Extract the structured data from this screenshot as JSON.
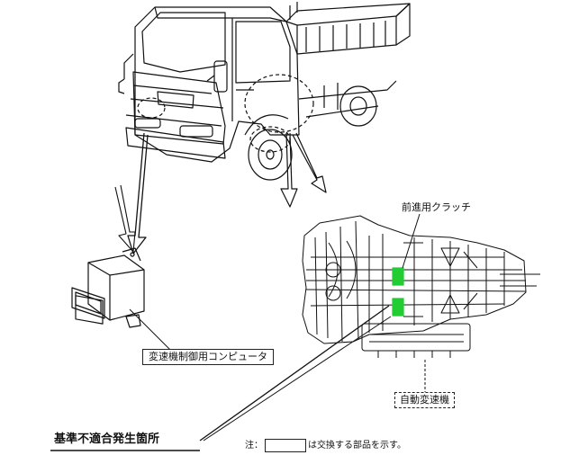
{
  "labels": {
    "forward_clutch": "前進用クラッチ",
    "ecu": "変速機制御用コンピュータ",
    "auto_transmission": "自動変速機",
    "defect_location": "基準不適合発生箇所",
    "note_prefix": "注：",
    "note_suffix": "は交換する部品を示す。"
  },
  "colors": {
    "highlight": "#22cc33",
    "line": "#111111"
  },
  "icons": {
    "truck": "truck-drawing",
    "ecu": "ecu-module-drawing",
    "transmission": "transmission-cross-section-drawing"
  }
}
